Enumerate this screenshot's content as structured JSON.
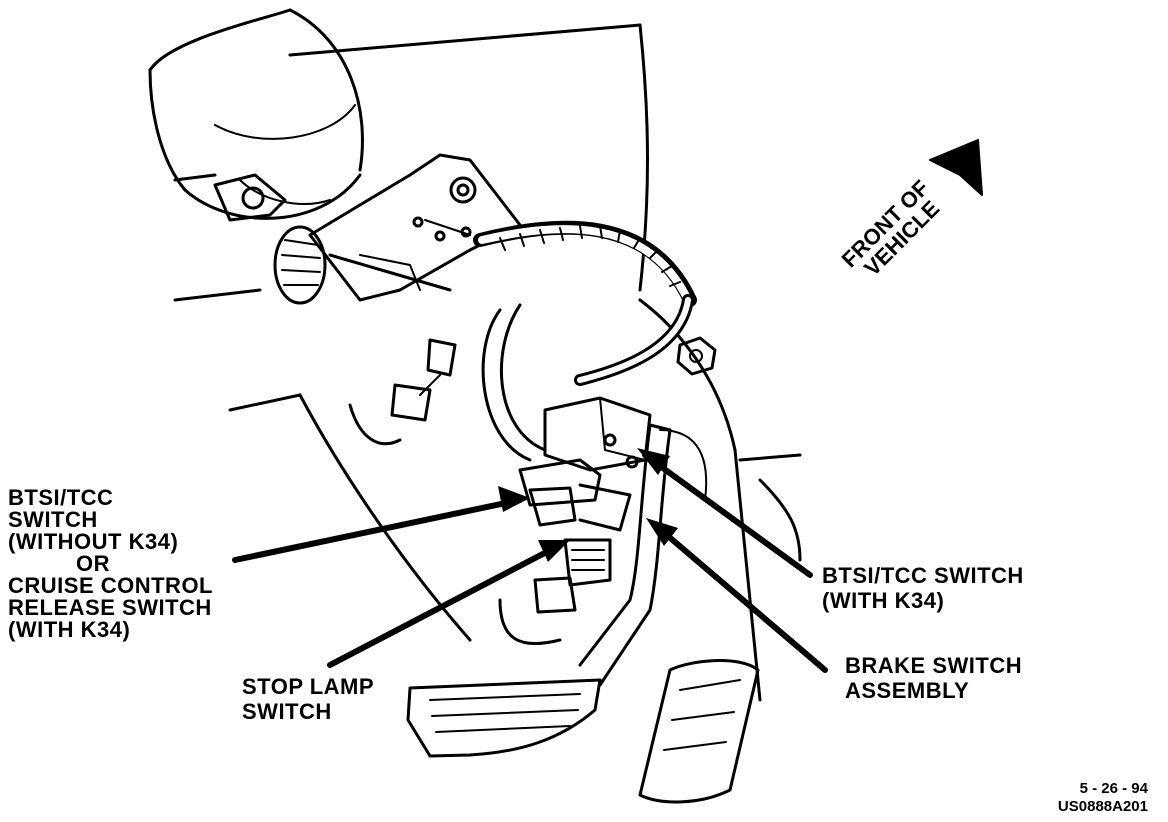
{
  "labels": {
    "btsi_without": {
      "l1": "BTSI/TCC",
      "l2": "SWITCH",
      "l3": "(WITHOUT K34)",
      "l4": "OR",
      "l5": "CRUISE CONTROL",
      "l6": "RELEASE SWITCH",
      "l7": "(WITH K34)"
    },
    "stop_lamp": {
      "l1": "STOP LAMP",
      "l2": "SWITCH"
    },
    "btsi_with": {
      "l1": "BTSI/TCC SWITCH",
      "l2": "(WITH K34)"
    },
    "brake_switch": {
      "l1": "BRAKE SWITCH",
      "l2": "ASSEMBLY"
    },
    "front": {
      "l1": "FRONT OF",
      "l2": "VEHICLE"
    }
  },
  "footer": {
    "date": "5 - 26 - 94",
    "code": "US0888A201"
  }
}
